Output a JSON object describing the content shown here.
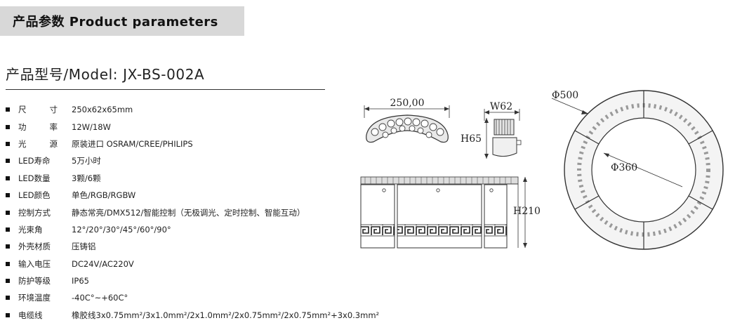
{
  "header": {
    "title": "产品参数  Product parameters"
  },
  "model": {
    "title": "产品型号/Model: JX-BS-002A"
  },
  "specs": [
    {
      "label": "尺 寸",
      "chars": [
        "尺",
        "寸"
      ],
      "value": "250x62x65mm"
    },
    {
      "label": "功 率",
      "chars": [
        "功",
        "率"
      ],
      "value": "12W/18W"
    },
    {
      "label": "光 源",
      "chars": [
        "光",
        "源"
      ],
      "value": "原装进口 OSRAM/CREE/PHILIPS"
    },
    {
      "label": "LED寿命",
      "value": "5万小时"
    },
    {
      "label": "LED数量",
      "value": "3颗/6颗"
    },
    {
      "label": "LED颜色",
      "value": "单色/RGB/RGBW"
    },
    {
      "label": "控制方式",
      "value": "静态常亮/DMX512/智能控制（无极调光、定时控制、智能互动）"
    },
    {
      "label": "光束角",
      "value": "12°/20°/30°/45°/60°/90°"
    },
    {
      "label": "外壳材质",
      "value": "压铸铝"
    },
    {
      "label": "输入电压",
      "value": "DC24V/AC220V"
    },
    {
      "label": "防护等级",
      "value": "IP65"
    },
    {
      "label": "环境温度",
      "value": "-40C°~+60C°"
    },
    {
      "label": "电缆线",
      "value": "橡胶线3x0.75mm²/3x1.0mm²/2x1.0mm²/2x0.75mm²/2x0.75mm²+3x0.3mm²"
    }
  ],
  "drawing": {
    "dim_length": "250,00",
    "dim_width": "W62",
    "dim_height": "H65",
    "dim_total_height": "H210",
    "dim_outer_diameter": "Φ500",
    "dim_inner_diameter": "Φ360"
  },
  "colors": {
    "header_bg": "#d8d8d8",
    "line": "#333333"
  }
}
